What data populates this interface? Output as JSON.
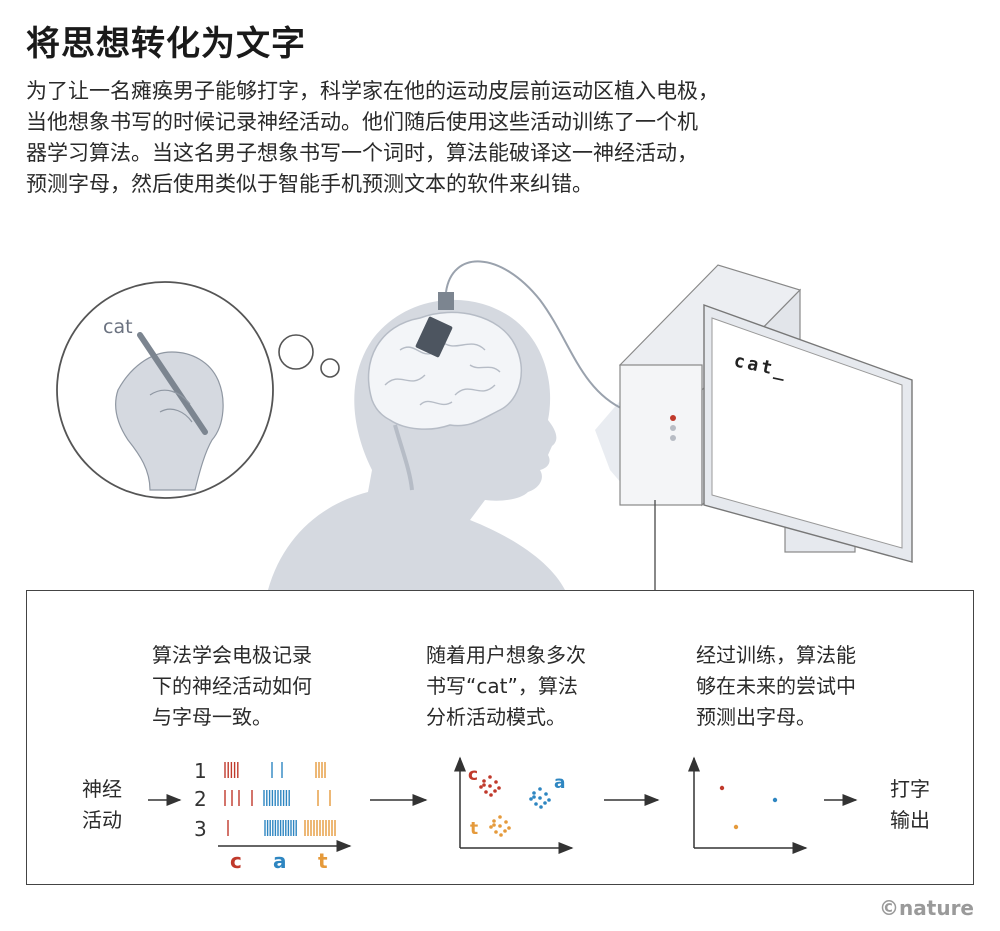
{
  "title": "将思想转化为文字",
  "intro_lines": [
    "为了让一名瘫痪男子能够打字，科学家在他的运动皮层前运动区植入电极，",
    "当他想象书写的时候记录神经活动。他们随后使用这些活动训练了一个机",
    "器学习算法。当这名男子想象书写一个词时，算法能破译这一神经活动，",
    "预测字母，然后使用类似于智能手机预测文本的软件来纠错。"
  ],
  "thought_text": "cat",
  "screen_text": "cat_",
  "steps": [
    {
      "lines": [
        "算法学会电极记录",
        "下的神经活动如何",
        "与字母一致。"
      ]
    },
    {
      "lines": [
        "随着用户想象多次",
        "书写“cat”，算法",
        "分析活动模式。"
      ]
    },
    {
      "lines": [
        "经过训练，算法能",
        "够在未来的尝试中",
        "预测出字母。"
      ]
    }
  ],
  "input_label": [
    "神经",
    "活动"
  ],
  "output_label": [
    "打字",
    "输出"
  ],
  "trial_labels": [
    "1",
    "2",
    "3"
  ],
  "letters": [
    {
      "char": "c",
      "color": "#c0392b"
    },
    {
      "char": "a",
      "color": "#2e86c1"
    },
    {
      "char": "t",
      "color": "#e59a3b"
    }
  ],
  "credit": "©nature"
}
